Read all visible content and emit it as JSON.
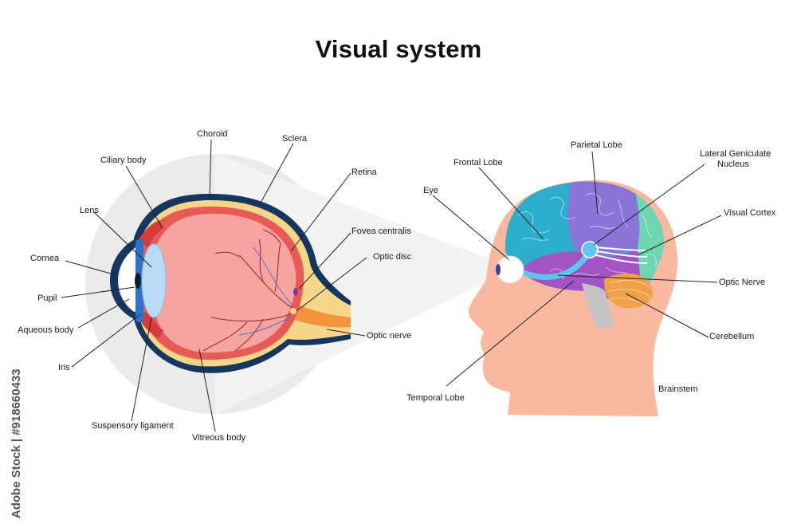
{
  "title": "Visual system",
  "colors": {
    "halo": "#ebebeb",
    "sclera": "#15365f",
    "choroid_band": "#f6d78a",
    "retina_layer": "#e85a55",
    "vitreous": "#f6a4a2",
    "iris": "#2c72c8",
    "lens": "#b9dbf3",
    "skin": "#f9b9a0",
    "frontal_lobe": "#2eaecd",
    "parietal_lobe": "#8a74d8",
    "visual_cortex": "#6fd6b2",
    "temporal_lobe": "#a253c4",
    "cerebellum": "#f2a146",
    "optic_pathway": "#5ec5ef",
    "brainstem": "#c3c3c3"
  },
  "eye_labels": {
    "choroid": "Choroid",
    "sclera": "Sclera",
    "ciliary_body": "Ciliary body",
    "retina": "Retina",
    "lens": "Lens",
    "fovea_centralis": "Fovea centralis",
    "optic_disc": "Optic disc",
    "cornea": "Cornea",
    "pupil": "Pupil",
    "aqueous_body": "Aqueous body",
    "optic_nerve": "Optic nerve",
    "iris": "Iris",
    "suspensory_ligament": "Suspensory ligament",
    "vitreous_body": "Vitreous body"
  },
  "brain_labels": {
    "parietal_lobe": "Parietal Lobe",
    "lateral_geniculate_line1": "Lateral Geniculate",
    "lateral_geniculate_line2": "Nucleus",
    "frontal_lobe": "Frontal Lobe",
    "eye": "Eye",
    "visual_cortex": "Visual Cortex",
    "optic_nerve": "Optic Nerve",
    "cerebellum": "Cerebellum",
    "temporal_lobe": "Temporal Lobe",
    "brainstem": "Brainstem"
  },
  "watermark": "Adobe Stock | #918660433"
}
